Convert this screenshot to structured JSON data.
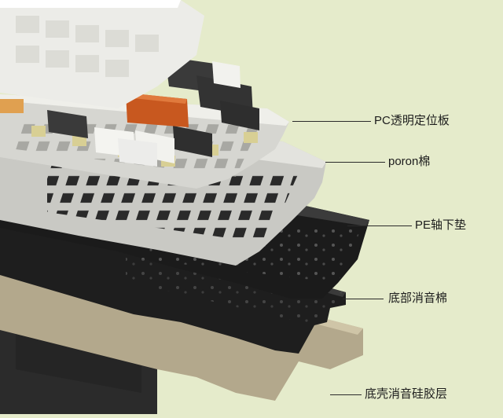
{
  "diagram": {
    "labels": [
      {
        "id": "pc-plate",
        "text": "PC透明定位板"
      },
      {
        "id": "poron",
        "text": "poron棉"
      },
      {
        "id": "pe-pad",
        "text": "PE轴下垫"
      },
      {
        "id": "bottom-foam",
        "text": "底部消音棉"
      },
      {
        "id": "silicone-layer",
        "text": "底壳消音硅胶层"
      }
    ],
    "colors": {
      "background": "#e5ebcb",
      "keycap_light": "#f2f2ee",
      "keycap_dark": "#3a3a3a",
      "keycap_accent": "#c8581f",
      "plate_metal": "#c9c9c4",
      "pe_pad": "#1b1b1b",
      "silicone": "#b3a88c",
      "case": "#2a2a2a"
    }
  }
}
